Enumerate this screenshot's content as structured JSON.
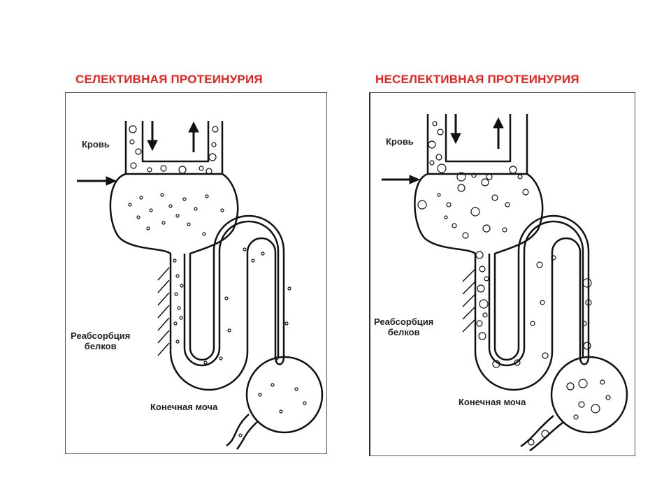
{
  "colors": {
    "title": "#e8231e",
    "line": "#111111"
  },
  "panels": [
    {
      "title": "СЕЛЕКТИВНАЯ ПРОТЕИНУРИЯ",
      "labels": {
        "blood": "Кровь",
        "reabsorption_line1": "Реабсорбция",
        "reabsorption_line2": "белков",
        "final_urine": "Конечная моча"
      }
    },
    {
      "title": "НЕСЕЛЕКТИВНАЯ ПРОТЕИНУРИЯ",
      "labels": {
        "blood": "Кровь",
        "reabsorption_line1": "Реабсорбция",
        "reabsorption_line2": "белков",
        "final_urine": "Конечная моча"
      }
    }
  ]
}
